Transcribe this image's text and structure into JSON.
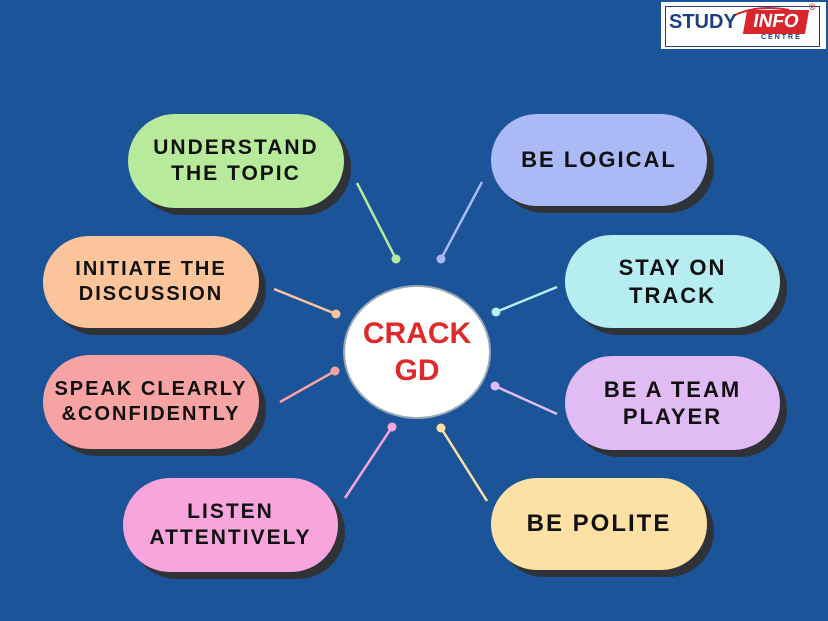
{
  "logo": {
    "study": "STUDY",
    "info": "INFO",
    "centre": "CENTRE",
    "registered": "®"
  },
  "center": {
    "label": "CRACK\nGD",
    "color": "#e02a2a"
  },
  "nodes": [
    {
      "id": "understand-the-topic",
      "label": "UNDERSTAND\nTHE TOPIC",
      "color": "#b7ea9b"
    },
    {
      "id": "be-logical",
      "label": "BE LOGICAL",
      "color": "#abb9f7"
    },
    {
      "id": "initiate-the-discussion",
      "label": "INITIATE THE\nDISCUSSION",
      "color": "#fbc49a"
    },
    {
      "id": "stay-on-track",
      "label": "STAY ON\nTRACK",
      "color": "#b6edf0"
    },
    {
      "id": "speak-clearly-confidently",
      "label": "SPEAK CLEARLY\n&CONFIDENTLY",
      "color": "#f8a3a3"
    },
    {
      "id": "be-a-team-player",
      "label": "BE A TEAM\nPLAYER",
      "color": "#e1bbf3"
    },
    {
      "id": "listen-attentively",
      "label": "LISTEN\nATTENTIVELY",
      "color": "#f7a5dc"
    },
    {
      "id": "be-polite",
      "label": "BE POLITE",
      "color": "#fde1a4"
    }
  ]
}
